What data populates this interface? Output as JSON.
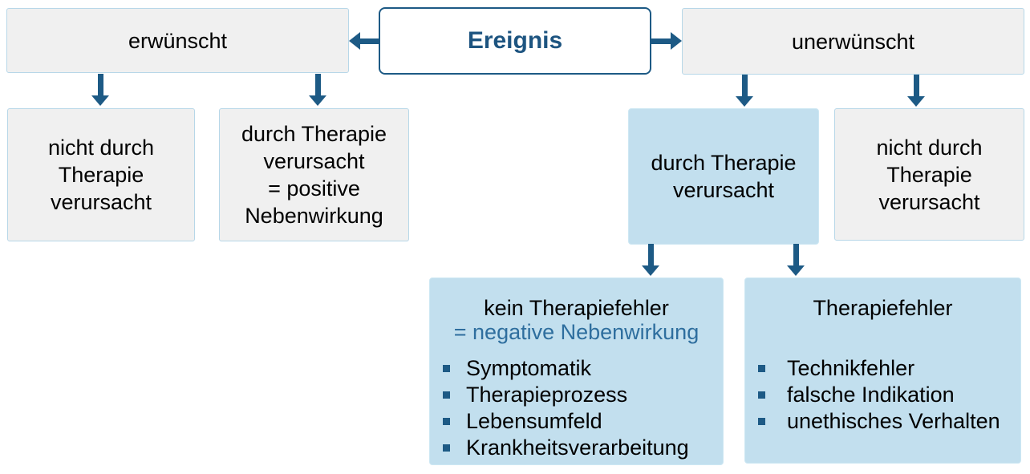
{
  "diagram": {
    "root": {
      "label": "Ereignis"
    },
    "top": {
      "left": {
        "label": "erwünscht"
      },
      "right": {
        "label": "unerwünscht"
      }
    },
    "row2": {
      "not_caused_left": {
        "lines": [
          "nicht durch",
          "Therapie",
          "verursacht"
        ]
      },
      "caused_positive": {
        "lines": [
          "durch Therapie",
          "verursacht",
          "= positive",
          "Nebenwirkung"
        ]
      },
      "caused_by_therapy": {
        "lines": [
          "durch Therapie",
          "verursacht"
        ]
      },
      "not_caused_right": {
        "lines": [
          "nicht durch",
          "Therapie",
          "verursacht"
        ]
      }
    },
    "row3": {
      "no_therapy_error": {
        "title": "kein Therapiefehler",
        "subtitle": "= negative Nebenwirkung",
        "bullets": [
          "Symptomatik",
          "Therapieprozess",
          "Lebensumfeld",
          "Krankheitsverarbeitung"
        ]
      },
      "therapy_error": {
        "title": "Therapiefehler",
        "bullets": [
          "Technikfehler",
          "falsche Indikation",
          "unethisches Verhalten"
        ]
      }
    },
    "colors": {
      "accent_dark_blue": "#1d5a85",
      "root_text_blue": "#1d5480",
      "subtitle_blue": "#2e6e9e",
      "box_blue_fill": "#c2dfee",
      "box_gray_fill": "#f0f0f0",
      "gray_box_border": "#b7d7e8",
      "text_black": "#000000",
      "background": "#ffffff"
    }
  }
}
